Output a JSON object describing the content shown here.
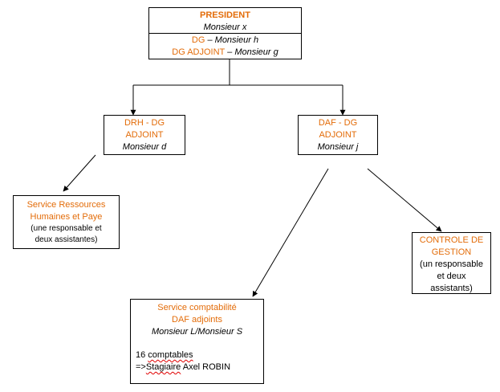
{
  "president": {
    "title": "PRESIDENT",
    "name": "Monsieur x",
    "dg_label": "DG",
    "dg_sep": " – ",
    "dg_name": "Monsieur h",
    "dga_label": "DG ADJOINT",
    "dga_sep": " – ",
    "dga_name": "Monsieur g"
  },
  "drh": {
    "line1": "DRH - DG",
    "line2": "ADJOINT",
    "name": "Monsieur d"
  },
  "daf": {
    "line1": "DAF - DG",
    "line2": "ADJOINT",
    "name": "Monsieur j"
  },
  "rh_service": {
    "line1": "Service Ressources",
    "line2": "Humaines et Paye",
    "line3": "(une responsable et",
    "line4": "deux assistantes)"
  },
  "controle": {
    "line1": "CONTROLE DE",
    "line2": "GESTION",
    "line3": "(un responsable",
    "line4": "et deux",
    "line5": "assistants)"
  },
  "compta": {
    "line1": "Service comptabilité",
    "line2": "DAF adjoints",
    "name": "Monsieur L/Monsieur S",
    "count_num": "16 ",
    "count_word": "comptables",
    "intern_prefix": "=>",
    "intern_word": "Stagiaire",
    "intern_rest": " Axel ROBIN"
  },
  "colors": {
    "accent": "#e36c09",
    "line": "#000000",
    "spellcheck": "#e00000"
  }
}
